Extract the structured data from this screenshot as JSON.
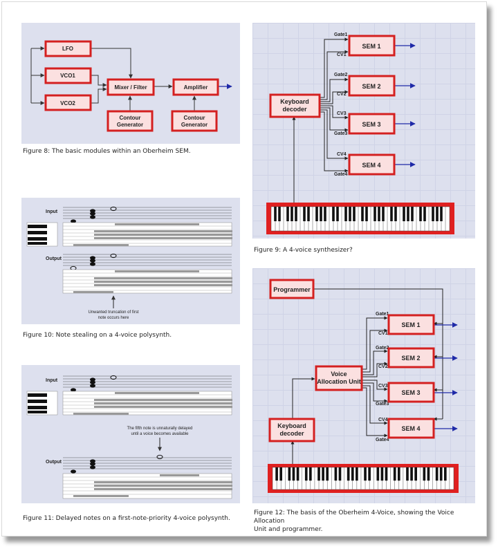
{
  "colors": {
    "module_fill": "#fbe0e0",
    "module_border": "#d42020",
    "arrow": "#1f2aa8",
    "panel": "#dde0ee",
    "keyboard_red": "#e02020"
  },
  "fig8": {
    "modules": {
      "lfo": "LFO",
      "vco1": "VCO1",
      "vco2": "VCO2",
      "mixer": "Mixer / Filter",
      "amp": "Amplifier",
      "contour1": [
        "Contour",
        "Generator"
      ],
      "contour2": [
        "Contour",
        "Generator"
      ]
    },
    "caption": "Figure 8: The basic modules within an Oberheim SEM."
  },
  "fig9": {
    "decoder": [
      "Keyboard",
      "decoder"
    ],
    "sems": [
      "SEM 1",
      "SEM 2",
      "SEM 3",
      "SEM 4"
    ],
    "gates": [
      "Gate1",
      "Gate2",
      "Gate3",
      "Gate4"
    ],
    "cvs": [
      "CV1",
      "CV2",
      "CV3",
      "CV4"
    ],
    "caption": "Figure 9: A 4-voice synthesizer?"
  },
  "fig10": {
    "input": "Input",
    "output": "Output",
    "annotation": [
      "Unwanted truncation of first",
      "note occurs here"
    ],
    "caption": "Figure 10: Note stealing on a 4-voice polysynth."
  },
  "fig11": {
    "input": "Input",
    "output": "Output",
    "annotation": [
      "The fifth note is unnaturally delayed",
      "until a voice becomes available"
    ],
    "caption": "Figure 11: Delayed notes on a first-note-priority 4-voice polysynth."
  },
  "fig12": {
    "programmer": "Programmer",
    "vau": [
      "Voice",
      "Allocation Unit"
    ],
    "decoder": [
      "Keyboard",
      "decoder"
    ],
    "sems": [
      "SEM 1",
      "SEM 2",
      "SEM 3",
      "SEM 4"
    ],
    "gates": [
      "Gate1",
      "Gate2",
      "Gate3",
      "Gate4"
    ],
    "cvs": [
      "CV1",
      "CV2",
      "CV3",
      "CV4"
    ],
    "caption": [
      "Figure 12: The basis of the Oberheim 4-Voice, showing the Voice Allocation",
      "Unit and programmer."
    ]
  }
}
